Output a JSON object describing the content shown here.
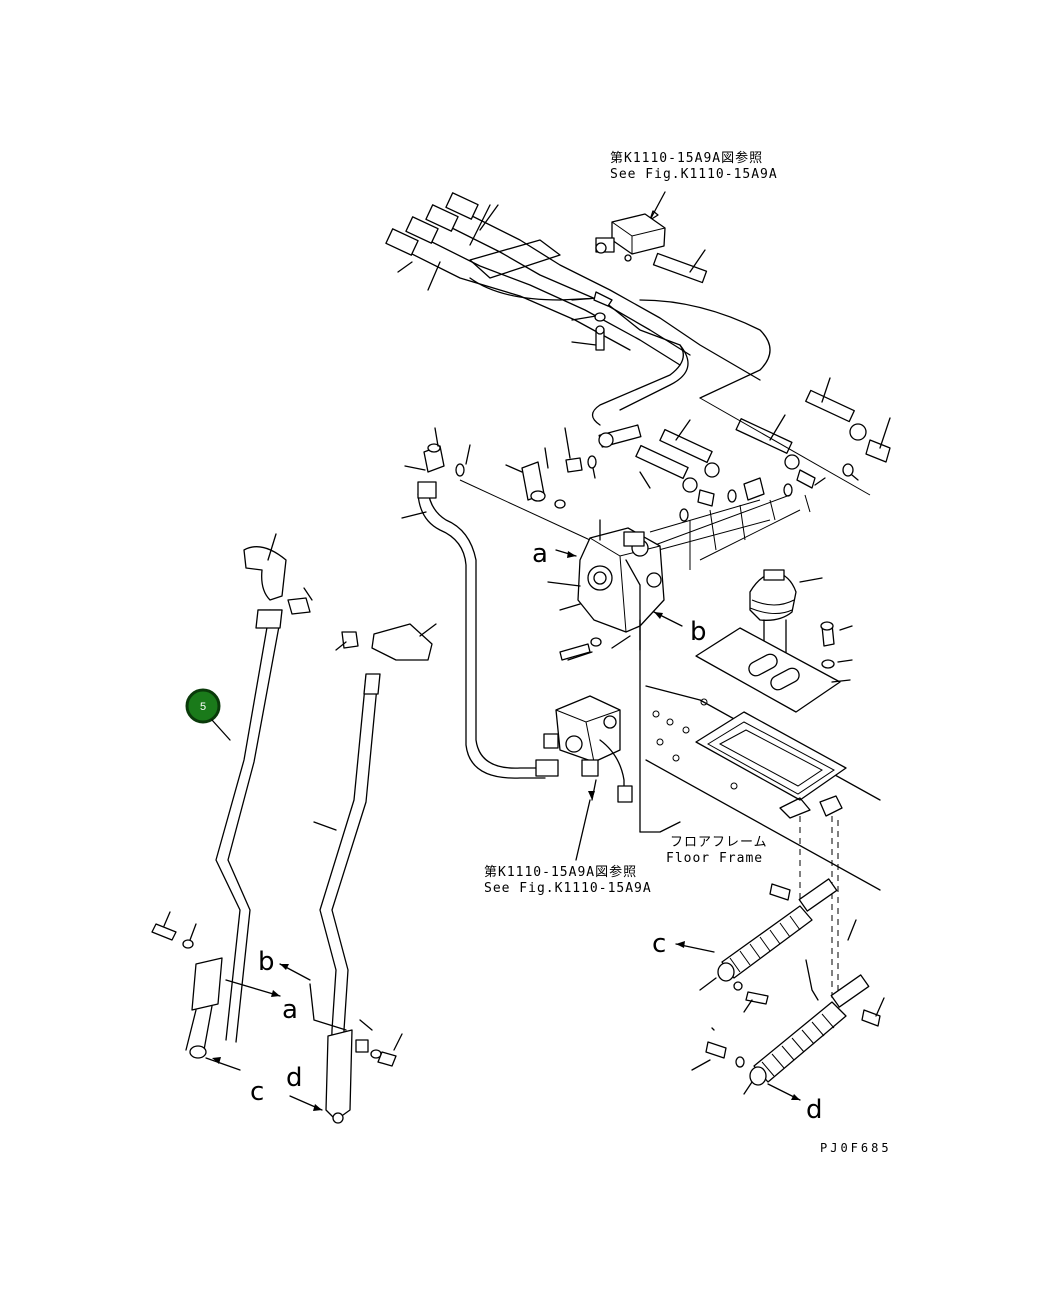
{
  "references": {
    "top_ja": "第K1110-15A9A図参照",
    "top_en": "See Fig.K1110-15A9A",
    "bottom_ja": "第K1110-15A9A図参照",
    "bottom_en": "See Fig.K1110-15A9A"
  },
  "floor_frame": {
    "ja": "フロアフレーム",
    "en": "Floor Frame"
  },
  "connection_letters": {
    "a_upper": "a",
    "b_upper": "b",
    "a_lower": "a",
    "b_lower": "b",
    "c_left": "c",
    "d_left": "d",
    "c_right": "c",
    "d_right": "d"
  },
  "callout": {
    "number": "5",
    "fill_color": "#1a7a1a",
    "stroke_color": "#0a3a0a"
  },
  "drawing_code": "PJ0F685"
}
